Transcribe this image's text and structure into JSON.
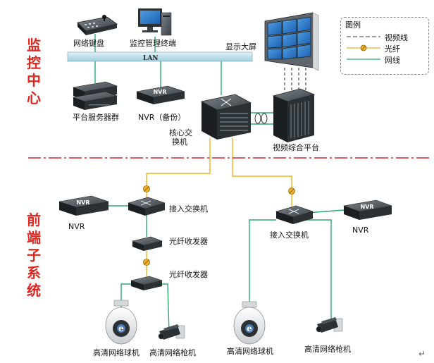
{
  "labels": {
    "keyboard": "网络键盘",
    "mgmt_terminal": "监控管理终端",
    "display_wall": "显示大屏",
    "lan": "LAN",
    "server_group": "平台服务器群",
    "nvr_backup": "NVR（备份）",
    "core_switch_line1": "核心交",
    "core_switch_line2": "换机",
    "video_platform": "视频综合平台",
    "nvr_left": "NVR",
    "access_switch_left": "接入交换机",
    "fiber_tx1": "光纤收发器",
    "fiber_tx2": "光纤收发器",
    "dome_left": "高清网络球机",
    "bullet_left": "高清网络枪机",
    "access_switch_right": "接入交换机",
    "nvr_right": "NVR",
    "dome_right": "高清网络球机",
    "bullet_right": "高清网络枪机",
    "nvr_device_text": "NVR"
  },
  "sections": {
    "center": [
      "监",
      "控",
      "中",
      "心"
    ],
    "front": [
      "前",
      "端",
      "子",
      "系",
      "统"
    ]
  },
  "legend": {
    "title": "图例",
    "items": [
      {
        "name": "视频线",
        "style": "dashed"
      },
      {
        "name": "光纤",
        "style": "fiber"
      },
      {
        "name": "网线",
        "style": "solid"
      }
    ]
  },
  "colors": {
    "section_text": "#e0261f",
    "divider": "#d9262b",
    "fiber": "#f0b020",
    "network": "#2eaa6e",
    "lan_bar": "#bfe0ee",
    "device_dark": "#2b3034"
  },
  "enter_glyph": "↵"
}
